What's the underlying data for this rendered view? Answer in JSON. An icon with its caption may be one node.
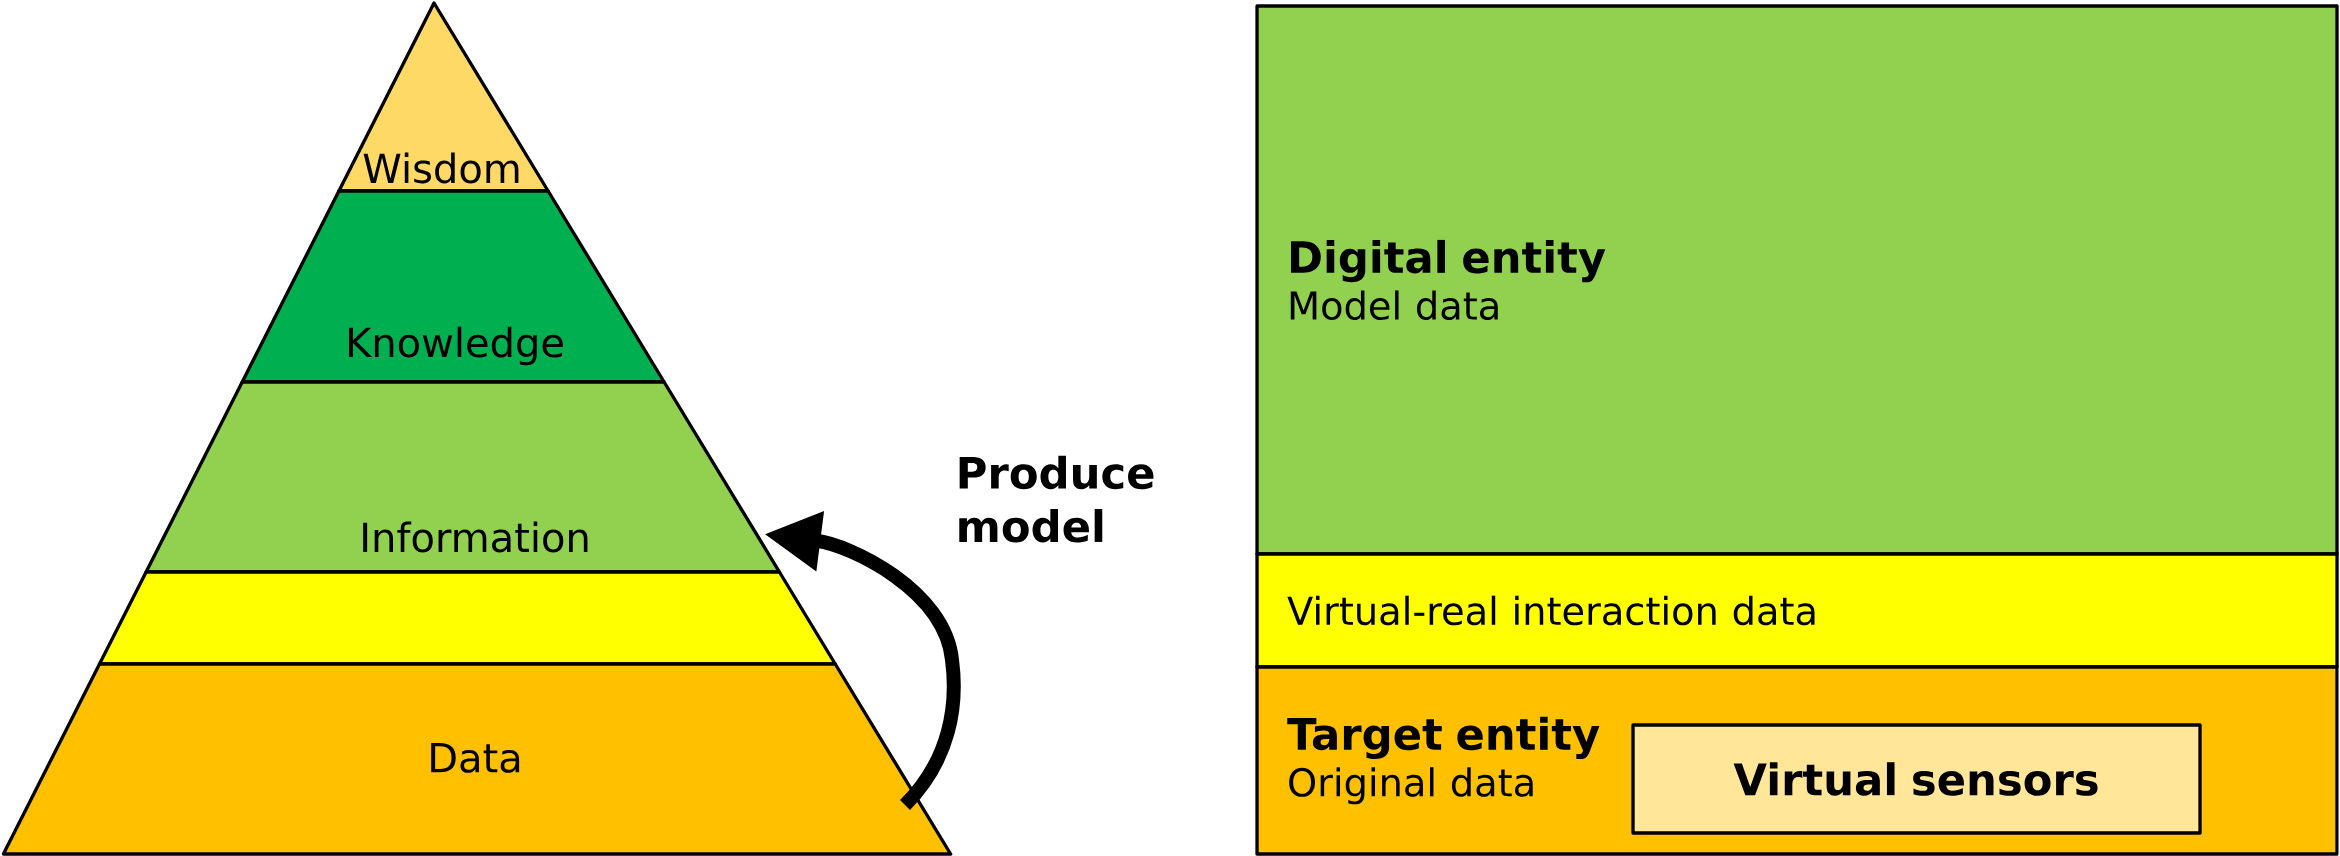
{
  "diagram": {
    "nodes": [
      {
        "text": [
          "Wisdom"
        ]
      },
      {
        "text": [
          "Knowledge"
        ]
      },
      {
        "text": [
          "Information"
        ]
      },
      {
        "text": [],
        "shape": "band"
      },
      {
        "text": [
          "Data"
        ]
      },
      {
        "text": [
          "Digital entity",
          "Model data"
        ]
      },
      {
        "text": [
          "Virtual-real interaction data"
        ]
      },
      {
        "text": [
          "Target entity",
          "Original data"
        ]
      },
      {
        "text": [
          "Virtual sensors"
        ],
        "in": 7
      }
    ],
    "edges": [
      {
        "from": 4,
        "to": 2,
        "arrow": "to",
        "label": "Produce model"
      }
    ]
  }
}
